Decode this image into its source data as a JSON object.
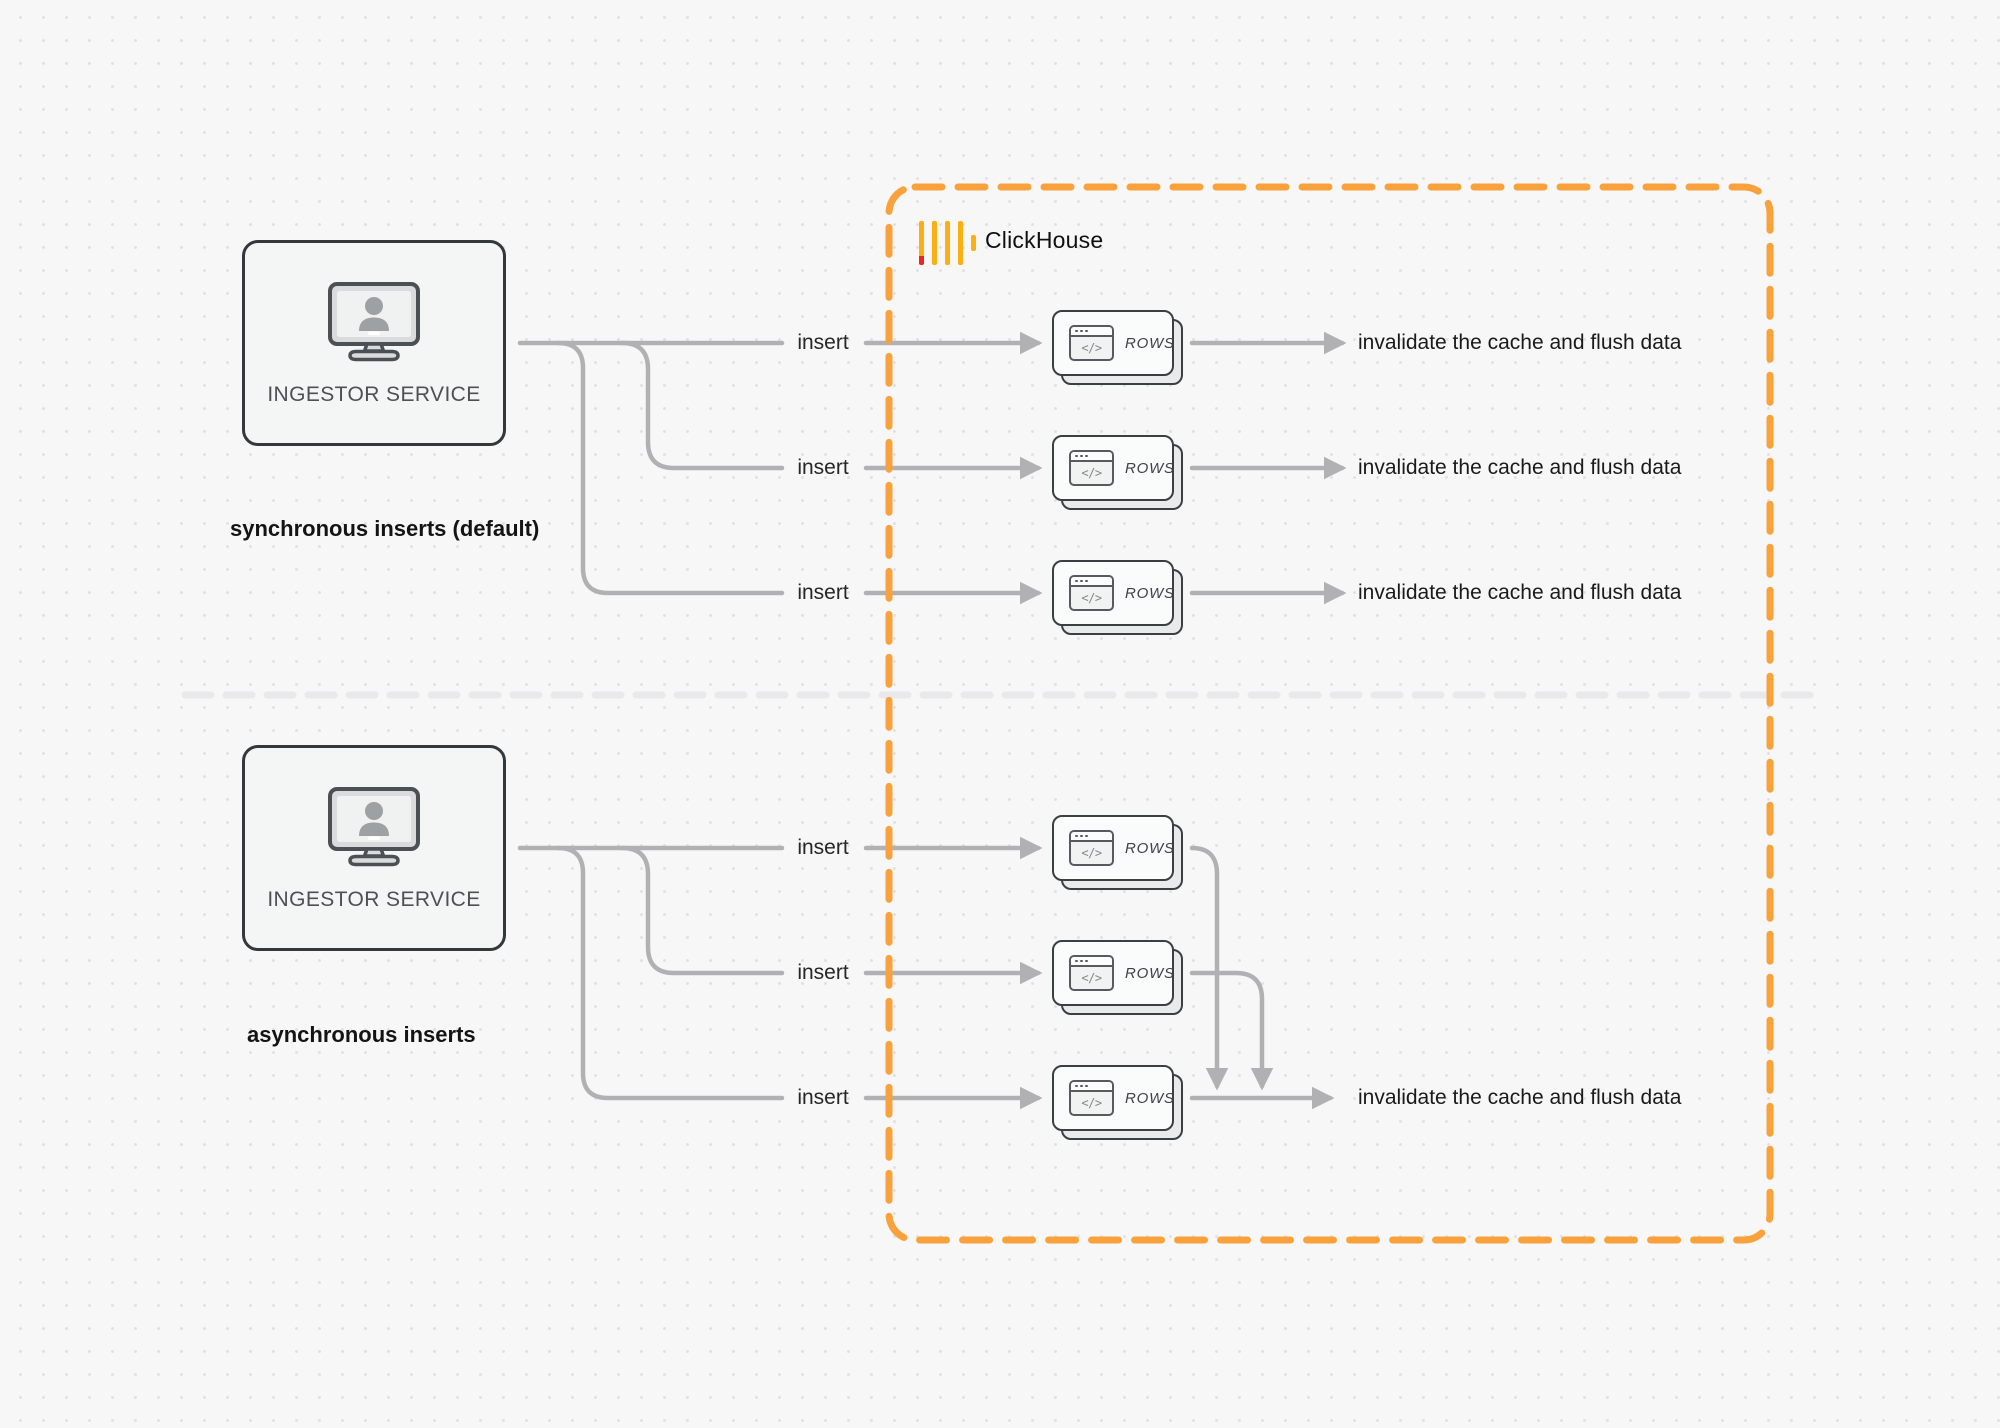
{
  "theme": {
    "background": "#F7F7F8",
    "dot_grid": "#E1E1E4",
    "accent_orange": "#F9A23C",
    "connector_gray": "#B1B1B3",
    "divider_gray": "#E9E9EB",
    "box_border": "#33383C",
    "clickhouse_yellow": "#FAAF12",
    "clickhouse_red": "#E8251F"
  },
  "clickhouse": {
    "label": "ClickHouse"
  },
  "icons": {
    "code_glyph": "</>"
  },
  "sections": {
    "sync": {
      "service_label": "INGESTOR SERVICE",
      "caption": "synchronous inserts (default)",
      "rows": [
        {
          "insert_label": "insert",
          "rows_label": "ROWS",
          "result_label": "invalidate the cache and flush data"
        },
        {
          "insert_label": "insert",
          "rows_label": "ROWS",
          "result_label": "invalidate the cache and flush data"
        },
        {
          "insert_label": "insert",
          "rows_label": "ROWS",
          "result_label": "invalidate the cache and flush data"
        }
      ]
    },
    "async": {
      "service_label": "INGESTOR SERVICE",
      "caption": "asynchronous inserts",
      "rows": [
        {
          "insert_label": "insert",
          "rows_label": "ROWS"
        },
        {
          "insert_label": "insert",
          "rows_label": "ROWS"
        },
        {
          "insert_label": "insert",
          "rows_label": "ROWS",
          "result_label": "invalidate the cache and flush data"
        }
      ]
    }
  }
}
